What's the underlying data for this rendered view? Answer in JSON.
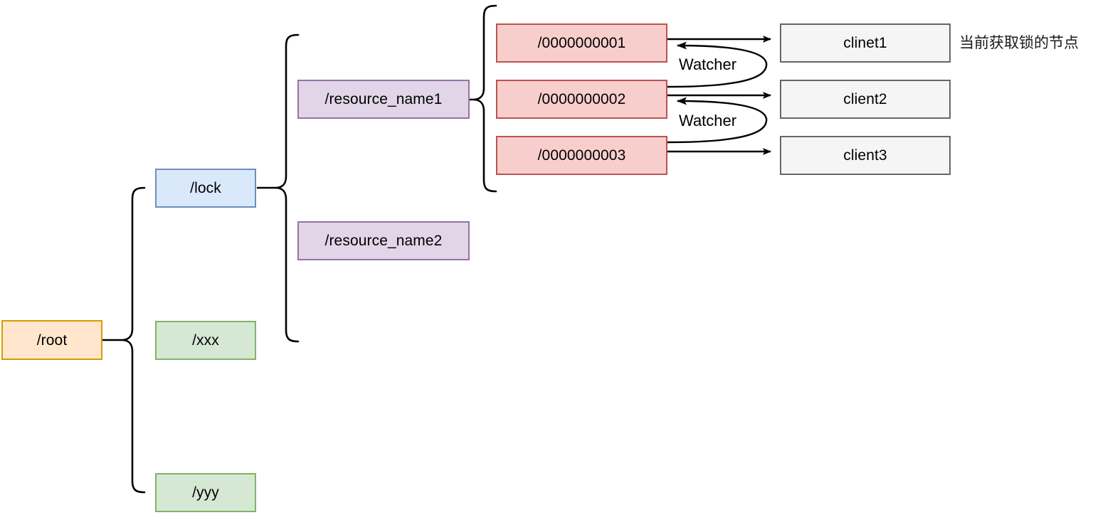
{
  "diagram": {
    "title": "ZooKeeper distributed lock node tree",
    "background": "#ffffff"
  },
  "nodes": {
    "root": {
      "label": "/root",
      "fill": "#ffe6cc",
      "stroke": "#d79b00"
    },
    "lock": {
      "label": "/lock",
      "fill": "#dae8fc",
      "stroke": "#6c8ebf"
    },
    "xxx": {
      "label": "/xxx",
      "fill": "#d5e8d4",
      "stroke": "#82b366"
    },
    "yyy": {
      "label": "/yyy",
      "fill": "#d5e8d4",
      "stroke": "#82b366"
    },
    "resource1": {
      "label": "/resource_name1",
      "fill": "#e1d5e7",
      "stroke": "#9673a6"
    },
    "resource2": {
      "label": "/resource_name2",
      "fill": "#e1d5e7",
      "stroke": "#9673a6"
    },
    "seq1": {
      "label": "/0000000001",
      "fill": "#f8cecc",
      "stroke": "#b85450"
    },
    "seq2": {
      "label": "/0000000002",
      "fill": "#f8cecc",
      "stroke": "#b85450"
    },
    "seq3": {
      "label": "/0000000003",
      "fill": "#f8cecc",
      "stroke": "#b85450"
    },
    "client1": {
      "label": "clinet1",
      "fill": "#f5f5f5",
      "stroke": "#666666"
    },
    "client2": {
      "label": "client2",
      "fill": "#f5f5f5",
      "stroke": "#666666"
    },
    "client3": {
      "label": "client3",
      "fill": "#f5f5f5",
      "stroke": "#666666"
    }
  },
  "edges": {
    "watcher_1": {
      "label": "Watcher"
    },
    "watcher_2": {
      "label": "Watcher"
    }
  },
  "annotations": {
    "current_lock_holder": "当前获取锁的节点"
  }
}
